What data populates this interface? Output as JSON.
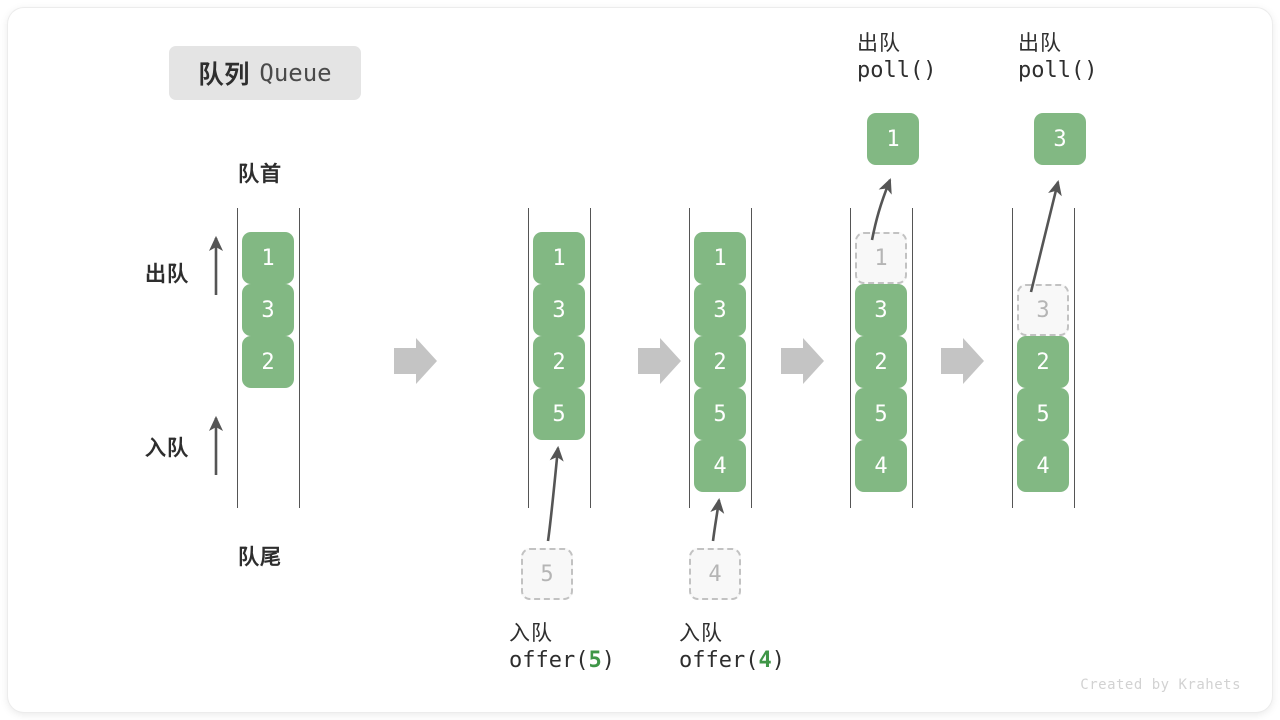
{
  "title": {
    "cn": "队列",
    "en": "Queue"
  },
  "captions": {
    "head": "队首",
    "tail": "队尾"
  },
  "side_labels": {
    "dequeue": "出队",
    "enqueue": "入队"
  },
  "watermark": "Created by Krahets",
  "colors": {
    "element_fill": "#82b883",
    "element_text": "#ffffff",
    "ghost_fill": "#f8f8f8",
    "ghost_border": "#c2c2c2",
    "ghost_text": "#b5b5b5",
    "rail": "#555555",
    "stage_arrow": "#c4c4c4",
    "op_arrow": "#555555",
    "badge_bg": "#e4e4e4",
    "accent_green": "#3f9647",
    "text": "#2e2e2e",
    "watermark": "#d2d2d2"
  },
  "stages": [
    {
      "id": "stage-initial",
      "slots": [
        {
          "value": "1",
          "state": "filled"
        },
        {
          "value": "3",
          "state": "filled"
        },
        {
          "value": "2",
          "state": "filled"
        },
        {
          "value": "",
          "state": "empty"
        },
        {
          "value": "",
          "state": "empty"
        }
      ]
    },
    {
      "id": "stage-after-offer-5",
      "slots": [
        {
          "value": "1",
          "state": "filled"
        },
        {
          "value": "3",
          "state": "filled"
        },
        {
          "value": "2",
          "state": "filled"
        },
        {
          "value": "5",
          "state": "filled"
        },
        {
          "value": "",
          "state": "empty"
        }
      ],
      "incoming": {
        "value": "5",
        "state": "ghost"
      },
      "caption": {
        "cn": "入队",
        "fn_prefix": "offer(",
        "arg": "5",
        "fn_suffix": ")"
      }
    },
    {
      "id": "stage-after-offer-4",
      "slots": [
        {
          "value": "1",
          "state": "filled"
        },
        {
          "value": "3",
          "state": "filled"
        },
        {
          "value": "2",
          "state": "filled"
        },
        {
          "value": "5",
          "state": "filled"
        },
        {
          "value": "4",
          "state": "filled"
        }
      ],
      "incoming": {
        "value": "4",
        "state": "ghost"
      },
      "caption": {
        "cn": "入队",
        "fn_prefix": "offer(",
        "arg": "4",
        "fn_suffix": ")"
      }
    },
    {
      "id": "stage-after-poll-1",
      "slots": [
        {
          "value": "1",
          "state": "ghost"
        },
        {
          "value": "3",
          "state": "filled"
        },
        {
          "value": "2",
          "state": "filled"
        },
        {
          "value": "5",
          "state": "filled"
        },
        {
          "value": "4",
          "state": "filled"
        }
      ],
      "popped": {
        "value": "1",
        "state": "filled"
      },
      "caption": {
        "cn": "出队",
        "fn_prefix": "poll(",
        "arg": "",
        "fn_suffix": ")"
      }
    },
    {
      "id": "stage-after-poll-3",
      "slots": [
        {
          "value": "",
          "state": "empty"
        },
        {
          "value": "3",
          "state": "ghost"
        },
        {
          "value": "2",
          "state": "filled"
        },
        {
          "value": "5",
          "state": "filled"
        },
        {
          "value": "4",
          "state": "filled"
        }
      ],
      "popped": {
        "value": "3",
        "state": "filled"
      },
      "caption": {
        "cn": "出队",
        "fn_prefix": "poll(",
        "arg": "",
        "fn_suffix": ")"
      }
    }
  ]
}
